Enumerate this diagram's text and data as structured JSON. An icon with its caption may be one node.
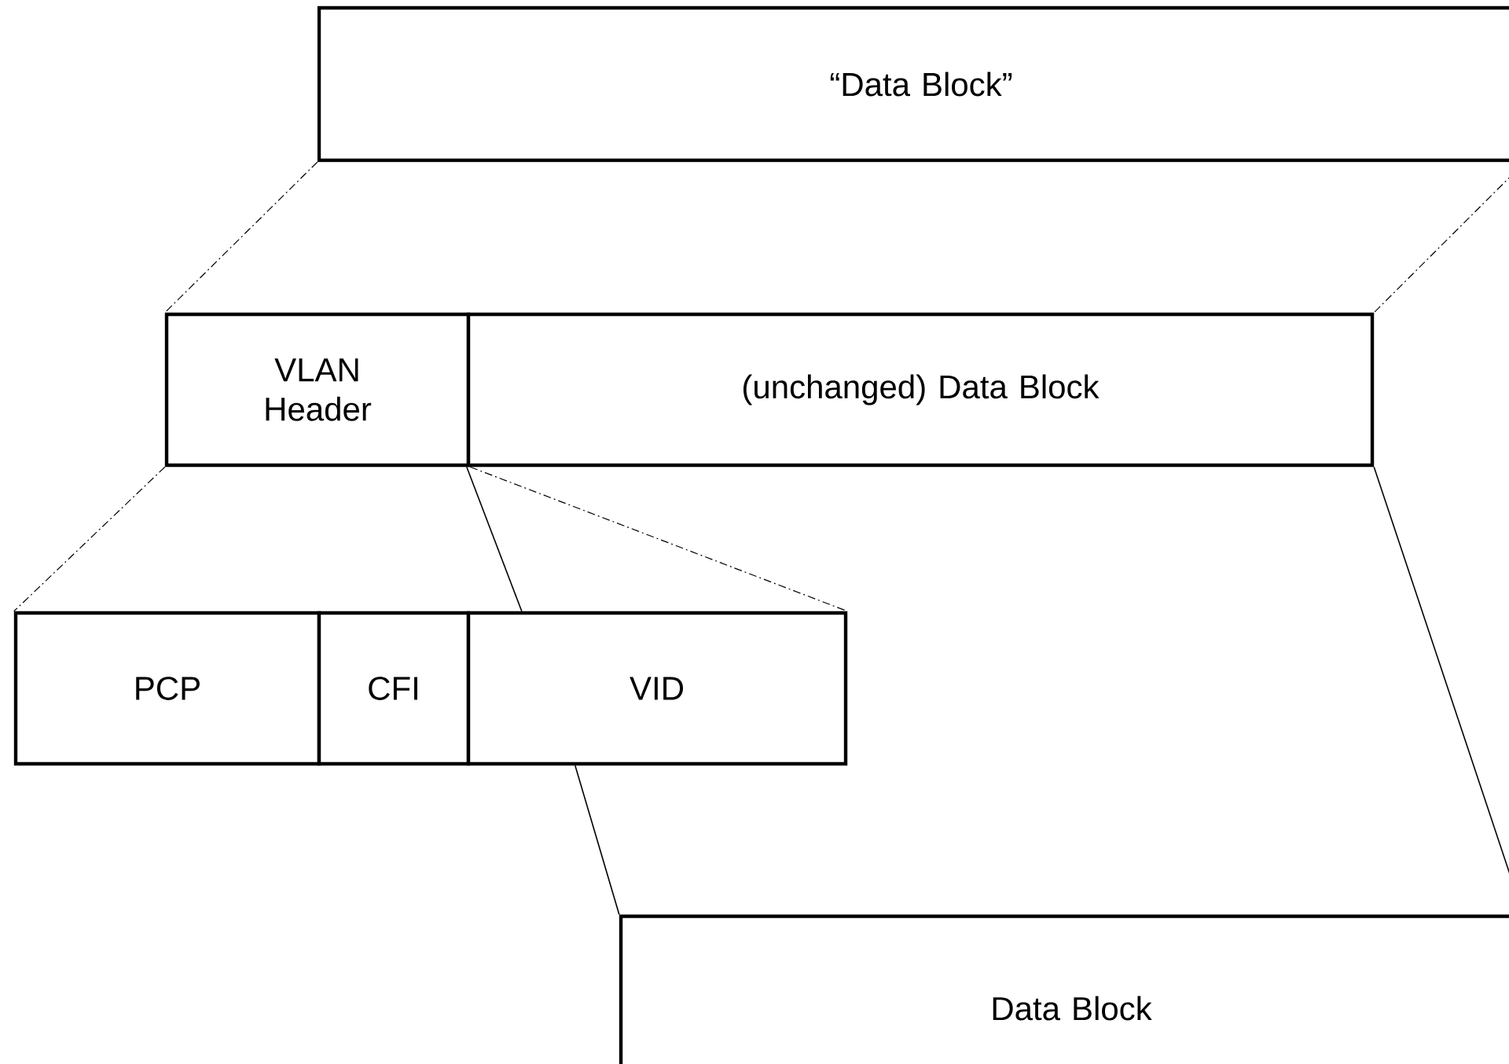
{
  "diagram": {
    "nodes": [
      {
        "text": [
          "“Data Block”"
        ]
      },
      {
        "text": [
          "VLAN Header"
        ]
      },
      {
        "text": [
          "(unchanged) Data Block"
        ]
      },
      {
        "text": [
          "PCP"
        ]
      },
      {
        "text": [
          "CFI"
        ]
      },
      {
        "text": [
          "VID"
        ]
      },
      {
        "text": [
          "Data Block"
        ]
      }
    ],
    "edges": [
      {
        "from": 0,
        "to": 1,
        "arrow": "none",
        "style": "dashed"
      },
      {
        "from": 0,
        "to": 2,
        "arrow": "none",
        "style": "dashed"
      },
      {
        "from": 1,
        "to": 3,
        "arrow": "none",
        "style": "dashed"
      },
      {
        "from": 1,
        "to": 5,
        "arrow": "none",
        "style": "dashed"
      },
      {
        "from": 2,
        "to": 5,
        "arrow": "none"
      },
      {
        "from": 5,
        "to": 6,
        "arrow": "none"
      },
      {
        "from": 2,
        "to": 6,
        "arrow": "none"
      }
    ]
  }
}
